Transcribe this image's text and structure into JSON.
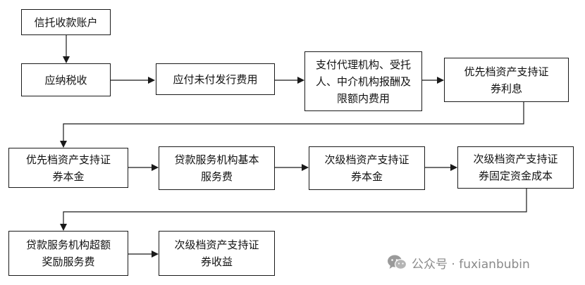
{
  "boxes": {
    "trust_account": "信托收款账户",
    "taxes": "应纳税收",
    "unpaid_fees": "应付未付发行费用",
    "agency_fees": {
      "line1": "支付代理机构、受托",
      "line2": "人、中介机构报酬及",
      "line3": "限额内费用"
    },
    "senior_interest": {
      "line1": "优先档资产支持证",
      "line2": "券利息"
    },
    "senior_principal": {
      "line1": "优先档资产支持证",
      "line2": "券本金"
    },
    "servicer_base_fee": {
      "line1": "贷款服务机构基本",
      "line2": "服务费"
    },
    "subordinated_principal": {
      "line1": "次级档资产支持证",
      "line2": "券本金"
    },
    "subordinated_fixed_cost": {
      "line1": "次级档资产支持证",
      "line2": "券固定资金成本"
    },
    "servicer_excess_fee": {
      "line1": "贷款服务机构超额",
      "line2": "奖励服务费"
    },
    "subordinated_income": {
      "line1": "次级档资产支持证",
      "line2": "券收益"
    }
  },
  "watermark": {
    "text": "公众号 · fuxianbubin",
    "icon": "wechat-icon"
  },
  "colors": {
    "line": "#1a1a1a",
    "border": "#1a1a1a",
    "watermark": "#8a8a8a"
  }
}
